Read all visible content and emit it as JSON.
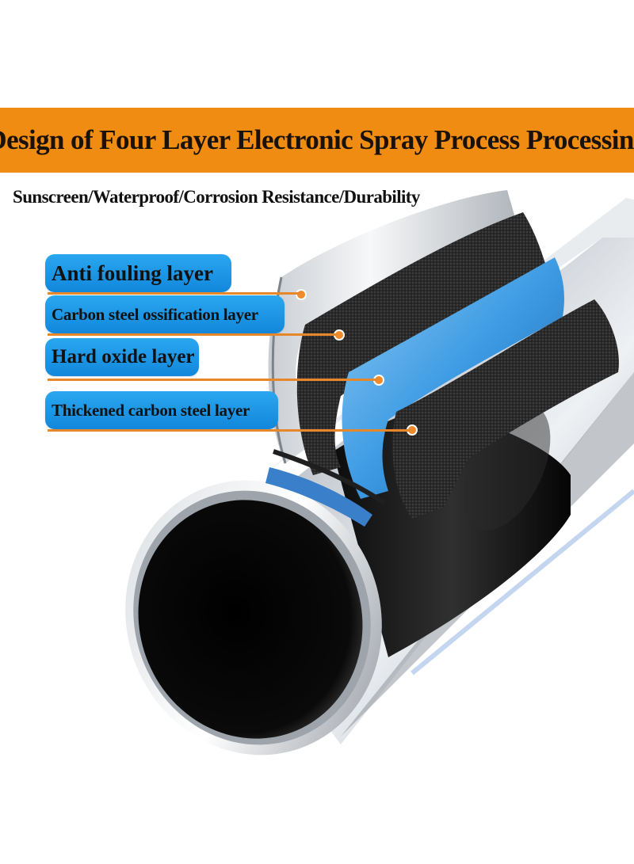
{
  "header": {
    "title": "Design of Four Layer Electronic Spray Process Processing",
    "subtitle": "Sunscreen/Waterproof/Corrosion Resistance/Durability"
  },
  "layers": [
    {
      "label": "Anti fouling layer"
    },
    {
      "label": "Carbon steel ossification layer"
    },
    {
      "label": "Hard oxide layer"
    },
    {
      "label": "Thickened carbon steel layer"
    }
  ],
  "colors": {
    "banner": "#f08c12",
    "label_fill": "#1a93e4",
    "leader_line": "#e6872a",
    "marker_dot": "#f08a2a",
    "blue_layer": "#3d9be3",
    "fabric_layer": "#2b2b2b",
    "steel": "#c8ccd2"
  }
}
